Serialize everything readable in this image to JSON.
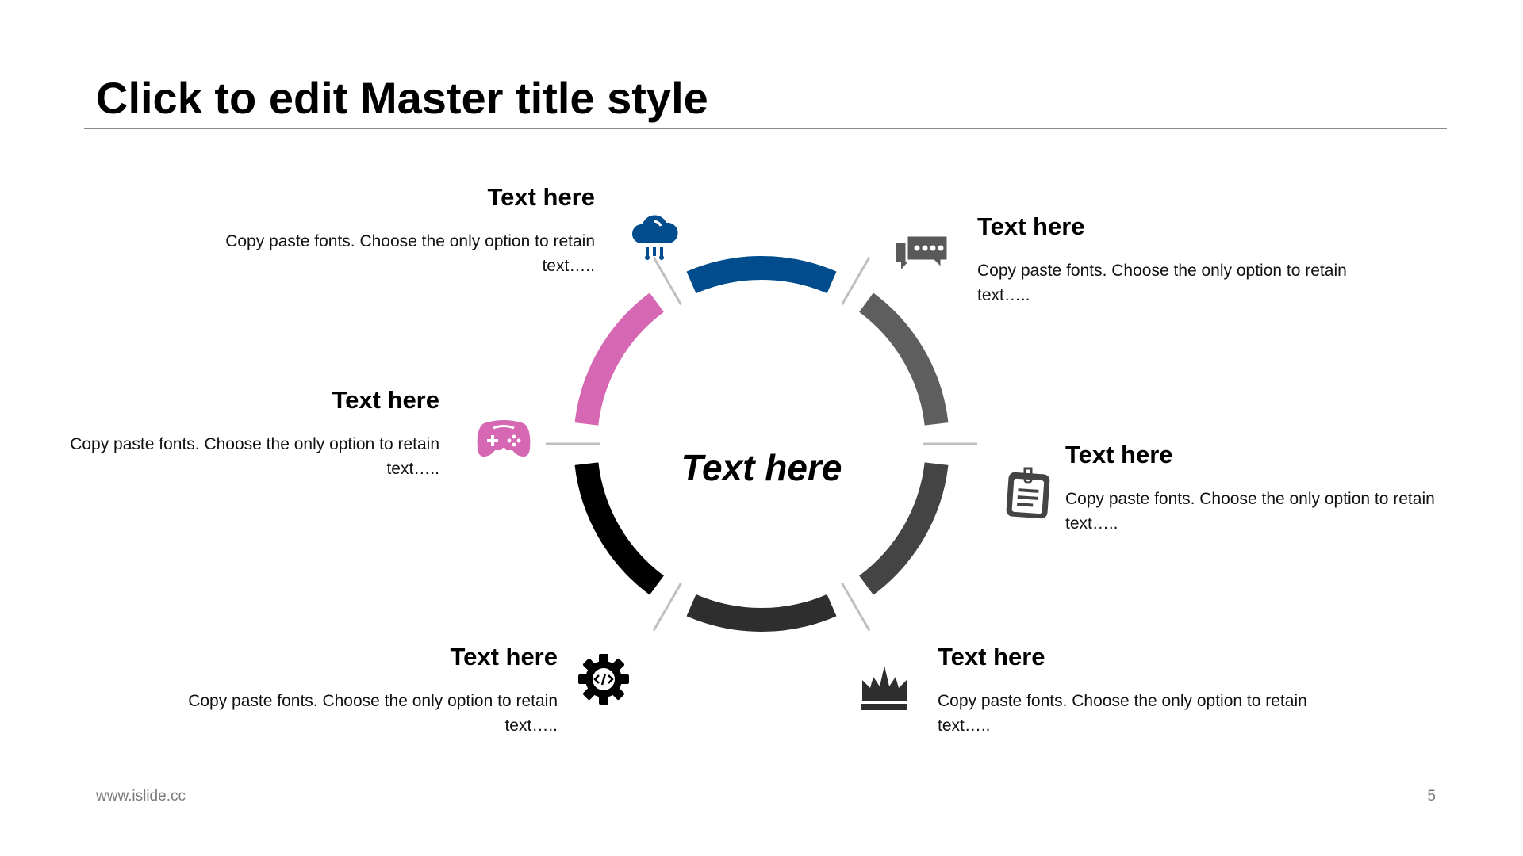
{
  "slide": {
    "title": "Click to edit Master title style",
    "footer_url": "www.islide.cc",
    "page_number": "5"
  },
  "diagram": {
    "center_label": "Text here",
    "segments": [
      {
        "name": "top",
        "color": "#004C8C",
        "icon": "cloud-computing-icon"
      },
      {
        "name": "upper-right",
        "color": "#5E5E5E",
        "icon": "chat-bubbles-icon"
      },
      {
        "name": "lower-right",
        "color": "#444444",
        "icon": "clipboard-notes-icon"
      },
      {
        "name": "bottom",
        "color": "#2E2E2E",
        "icon": "crown-award-icon"
      },
      {
        "name": "lower-left",
        "color": "#000000",
        "icon": "code-gear-icon"
      },
      {
        "name": "upper-left",
        "color": "#D667B3",
        "icon": "game-controller-icon"
      }
    ],
    "items": [
      {
        "title": "Text here",
        "body": "Copy paste fonts. Choose the only option to retain text….."
      },
      {
        "title": "Text here",
        "body": "Copy paste fonts. Choose the only option to retain text….."
      },
      {
        "title": "Text here",
        "body": "Copy paste fonts. Choose the only option to retain text….."
      },
      {
        "title": "Text here",
        "body": "Copy paste fonts. Choose the only option to retain text….."
      },
      {
        "title": "Text here",
        "body": "Copy paste fonts. Choose the only option to retain text….."
      },
      {
        "title": "Text here",
        "body": "Copy paste fonts. Choose the only option to retain text….."
      }
    ]
  }
}
